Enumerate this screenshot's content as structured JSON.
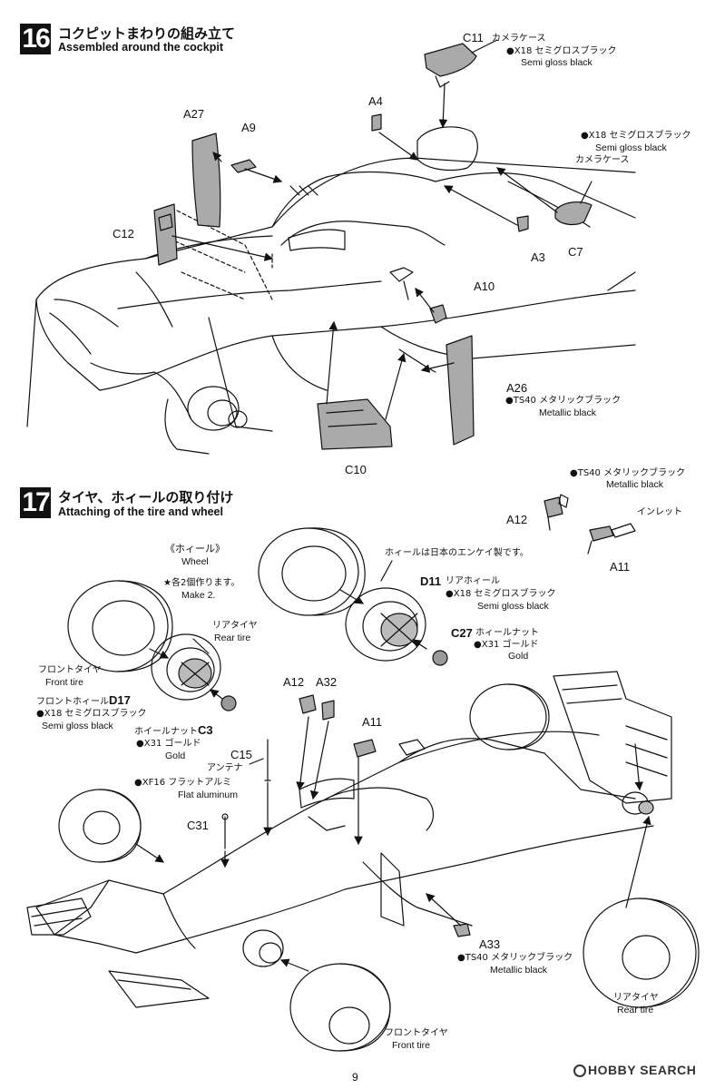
{
  "page_number": "9",
  "watermark": "HOBBY SEARCH",
  "step16": {
    "number": "16",
    "title_jp": "コクピットまわりの組み立て",
    "title_en": "Assembled around the cockpit",
    "parts": {
      "c11": "C11",
      "a4": "A4",
      "a27": "A27",
      "a9": "A9",
      "c12": "C12",
      "a3": "A3",
      "c7": "C7",
      "a10": "A10",
      "a26": "A26",
      "c10": "C10"
    },
    "notes": {
      "c11_name": "カメラケース",
      "c11_color_jp": "●X18 セミグロスブラック",
      "c11_color_en": "Semi gloss black",
      "c7_color_jp": "●X18 セミグロスブラック",
      "c7_color_en": "Semi gloss black",
      "c7_name": "カメラケース",
      "a26_color_jp": "●TS40 メタリックブラック",
      "a26_color_en": "Metallic black"
    }
  },
  "step17": {
    "number": "17",
    "title_jp": "タイヤ、ホィールの取り付け",
    "title_en": "Attaching of the tire and wheel",
    "wheel_header_jp": "《ホィール》",
    "wheel_header_en": "Wheel",
    "make2_jp": "★各2個作ります。",
    "make2_en": "Make 2.",
    "parts": {
      "a12_top": "A12",
      "a11_top": "A11",
      "d11": "D11",
      "c27": "C27",
      "d17": "D17",
      "c3": "C3",
      "a12": "A12",
      "a32": "A32",
      "a11": "A11",
      "c15": "C15",
      "c31": "C31",
      "a33": "A33"
    },
    "notes": {
      "top_color_jp": "●TS40 メタリックブラック",
      "top_color_en": "Metallic black",
      "inlet": "インレット",
      "enkei": "ホィールは日本のエンケイ製です。",
      "d11_name": "リアホィール",
      "d11_color_jp": "●X18 セミグロスブラック",
      "d11_color_en": "Semi gloss black",
      "rear_tire_jp": "リアタイヤ",
      "rear_tire_en": "Rear tire",
      "c27_name": "ホィールナット",
      "c27_color_jp": "●X31 ゴールド",
      "c27_color_en": "Gold",
      "front_tire_jp": "フロントタイヤ",
      "front_tire_en": "Front tire",
      "d17_name": "フロントホィール",
      "d17_color_jp": "●X18 セミグロスブラック",
      "d17_color_en": "Semi gloss black",
      "c3_name": "ホイールナット",
      "c3_color_jp": "●X31 ゴールド",
      "c3_color_en": "Gold",
      "antenna_jp": "アンテナ",
      "antenna_color_jp": "●XF16 フラットアルミ",
      "antenna_color_en": "Flat aluminum",
      "a33_color_jp": "●TS40 メタリックブラック",
      "a33_color_en": "Metallic black",
      "rear_tire2_jp": "リアタイヤ",
      "rear_tire2_en": "Rear tire",
      "front_tire2_jp": "フロントタイヤ",
      "front_tire2_en": "Front tire"
    }
  }
}
